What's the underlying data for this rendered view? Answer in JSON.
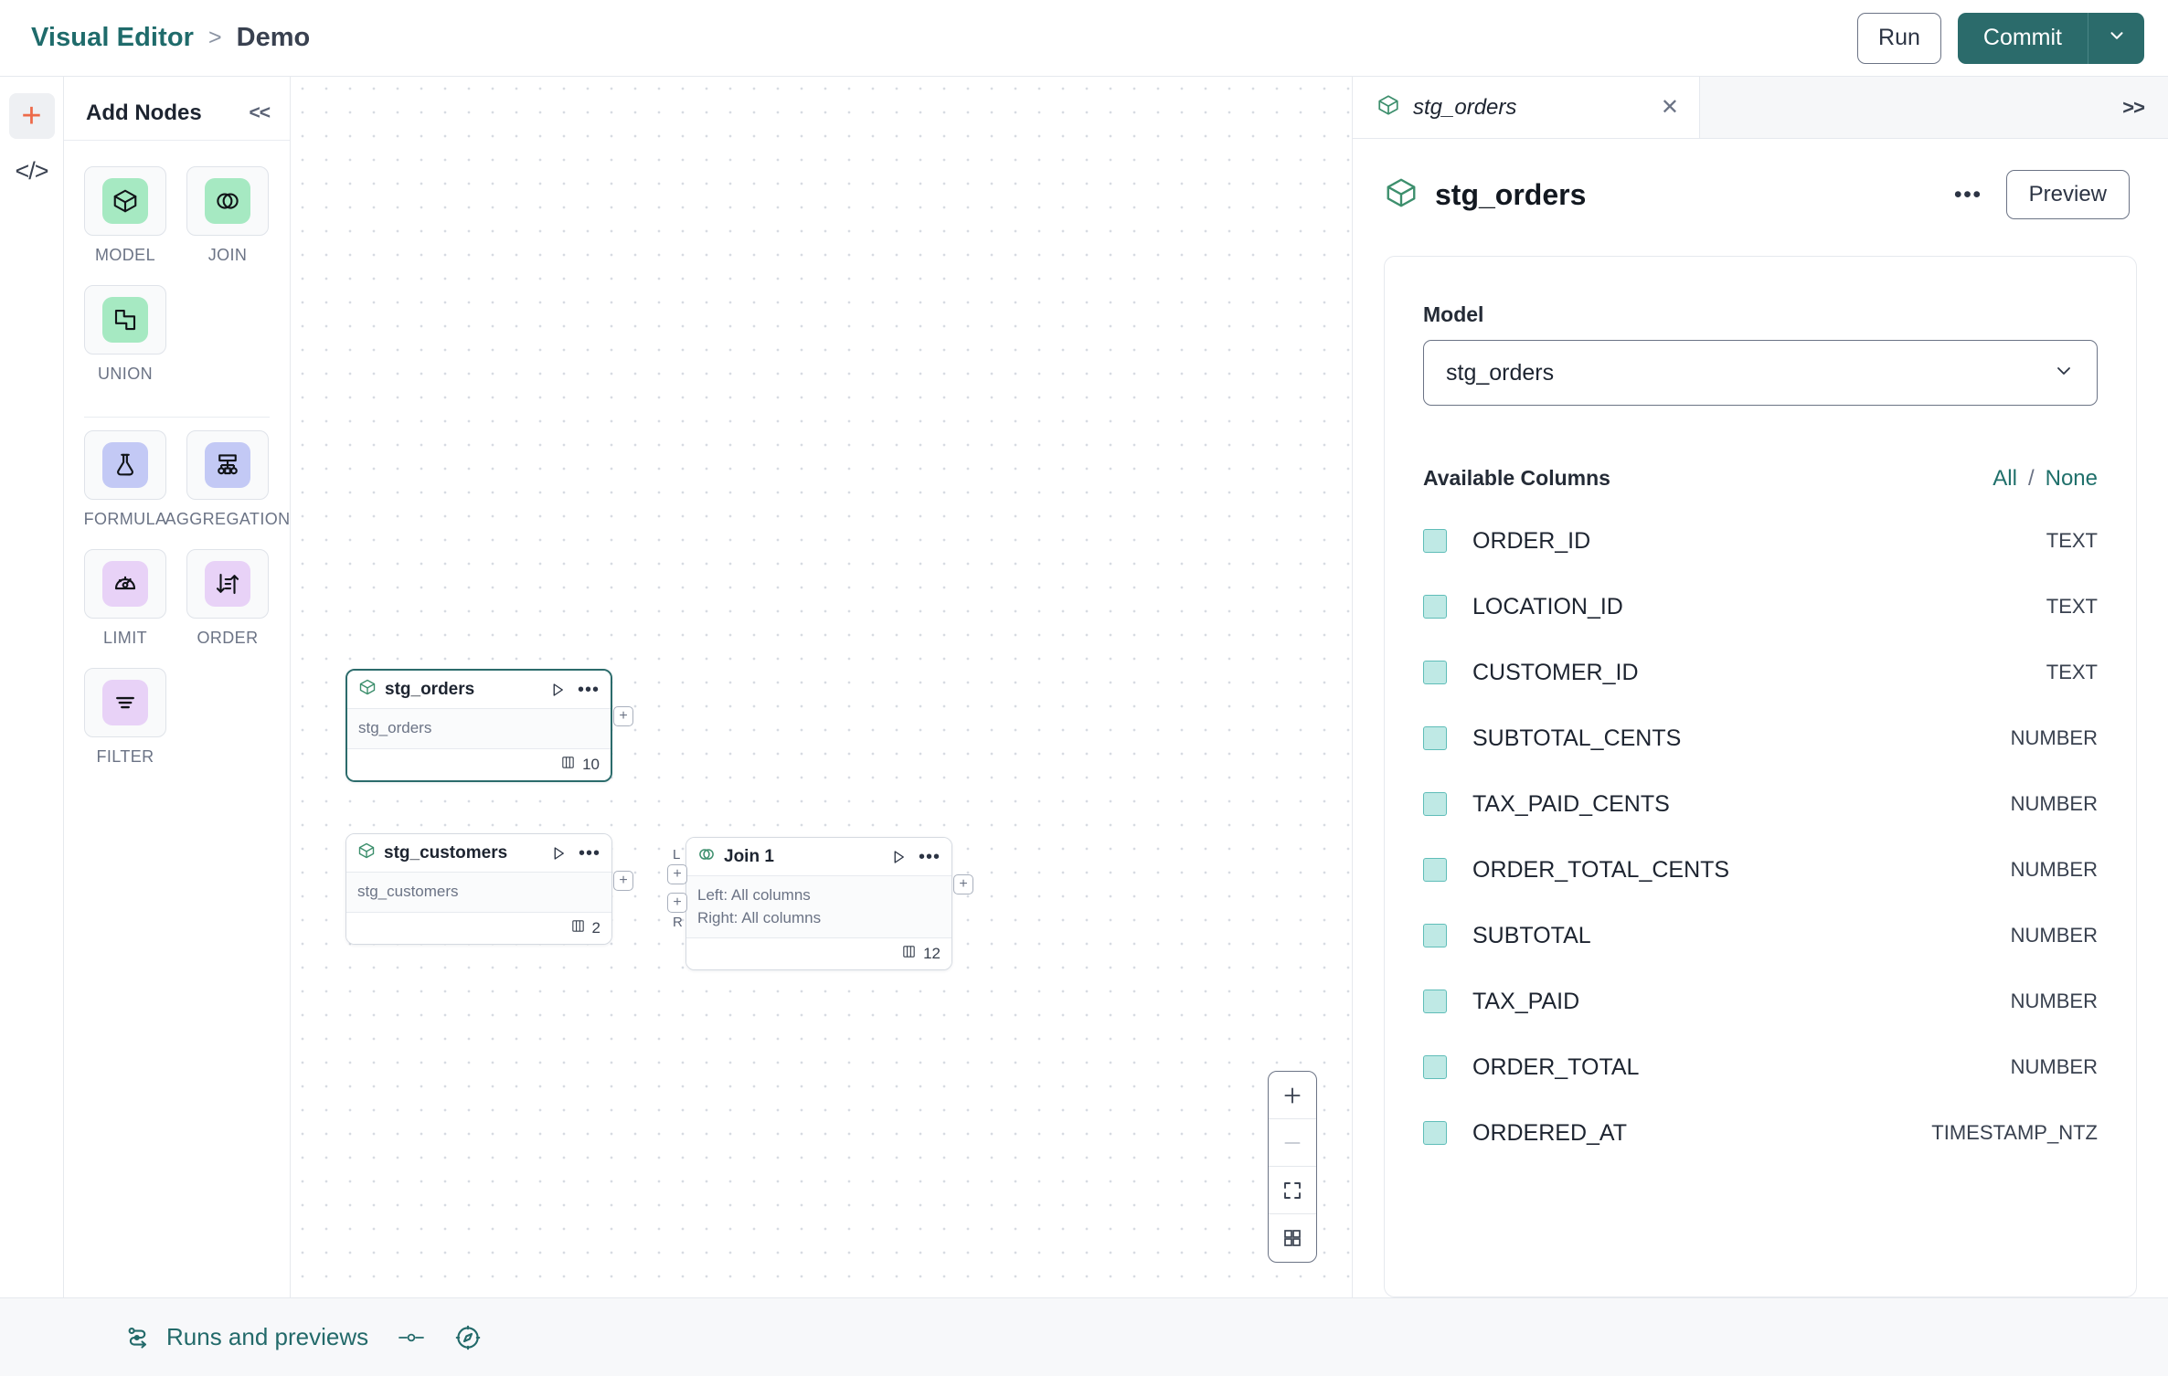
{
  "topbar": {
    "breadcrumb_root": "Visual Editor",
    "breadcrumb_sep": ">",
    "breadcrumb_leaf": "Demo",
    "run_label": "Run",
    "commit_label": "Commit"
  },
  "rail": {
    "add_icon": "plus-icon",
    "code_icon": "code-icon",
    "code_label": "</>"
  },
  "palette": {
    "title": "Add Nodes",
    "collapse_label": "<<",
    "groups": [
      {
        "items": [
          {
            "label": "MODEL",
            "icon": "cube-icon",
            "tone": "green"
          },
          {
            "label": "JOIN",
            "icon": "venn-icon",
            "tone": "green"
          },
          {
            "label": "UNION",
            "icon": "union-icon",
            "tone": "green"
          }
        ]
      },
      {
        "items": [
          {
            "label": "FORMULA",
            "icon": "flask-icon",
            "tone": "blue"
          },
          {
            "label": "AGGREGATION",
            "icon": "hierarchy-icon",
            "tone": "blue"
          },
          {
            "label": "LIMIT",
            "icon": "gauge-icon",
            "tone": "purple"
          },
          {
            "label": "ORDER",
            "icon": "sort-icon",
            "tone": "purple"
          },
          {
            "label": "FILTER",
            "icon": "filter-icon",
            "tone": "purple"
          }
        ]
      }
    ]
  },
  "canvas": {
    "nodes": [
      {
        "id": "stg_orders",
        "title": "stg_orders",
        "icon": "cube-icon",
        "subtitle": "stg_orders",
        "column_count": "10",
        "selected": true
      },
      {
        "id": "stg_customers",
        "title": "stg_customers",
        "icon": "cube-icon",
        "subtitle": "stg_customers",
        "column_count": "2",
        "selected": false
      },
      {
        "id": "join_1",
        "title": "Join 1",
        "icon": "venn-icon",
        "left_label": "Left: All columns",
        "right_label": "Right: All columns",
        "column_count": "12",
        "handle_left_label": "L",
        "handle_right_label": "R",
        "selected": false
      }
    ],
    "handle_glyph": "+",
    "zoom_controls": {
      "zoom_in": "plus-icon",
      "zoom_out": "minus-icon",
      "fit_view": "fit-view-icon",
      "toggle_grid": "grid-icon"
    }
  },
  "inspector": {
    "tab_title": "stg_orders",
    "tab_close": "✕",
    "expand_label": ">>",
    "title": "stg_orders",
    "preview_label": "Preview",
    "more_label": "•••",
    "model_field_label": "Model",
    "model_value": "stg_orders",
    "columns_title": "Available Columns",
    "select_all_label": "All",
    "select_separator": "/",
    "select_none_label": "None",
    "columns": [
      {
        "name": "ORDER_ID",
        "type": "TEXT"
      },
      {
        "name": "LOCATION_ID",
        "type": "TEXT"
      },
      {
        "name": "CUSTOMER_ID",
        "type": "TEXT"
      },
      {
        "name": "SUBTOTAL_CENTS",
        "type": "NUMBER"
      },
      {
        "name": "TAX_PAID_CENTS",
        "type": "NUMBER"
      },
      {
        "name": "ORDER_TOTAL_CENTS",
        "type": "NUMBER"
      },
      {
        "name": "SUBTOTAL",
        "type": "NUMBER"
      },
      {
        "name": "TAX_PAID",
        "type": "NUMBER"
      },
      {
        "name": "ORDER_TOTAL",
        "type": "NUMBER"
      },
      {
        "name": "ORDERED_AT",
        "type": "TIMESTAMP_NTZ"
      }
    ]
  },
  "bottombar": {
    "runs_label": "Runs and previews",
    "runs_icon": "pipeline-icon",
    "toggle_icon": "slider-icon",
    "compass_icon": "compass-icon"
  },
  "colors": {
    "accent_teal": "#2b6b6b",
    "accent_orange": "#ed6a49",
    "node_green": "#a6e9c2",
    "node_blue": "#c3c9f5",
    "node_purple": "#e8d2f7",
    "checkbox_fill": "#bfe9e5"
  }
}
